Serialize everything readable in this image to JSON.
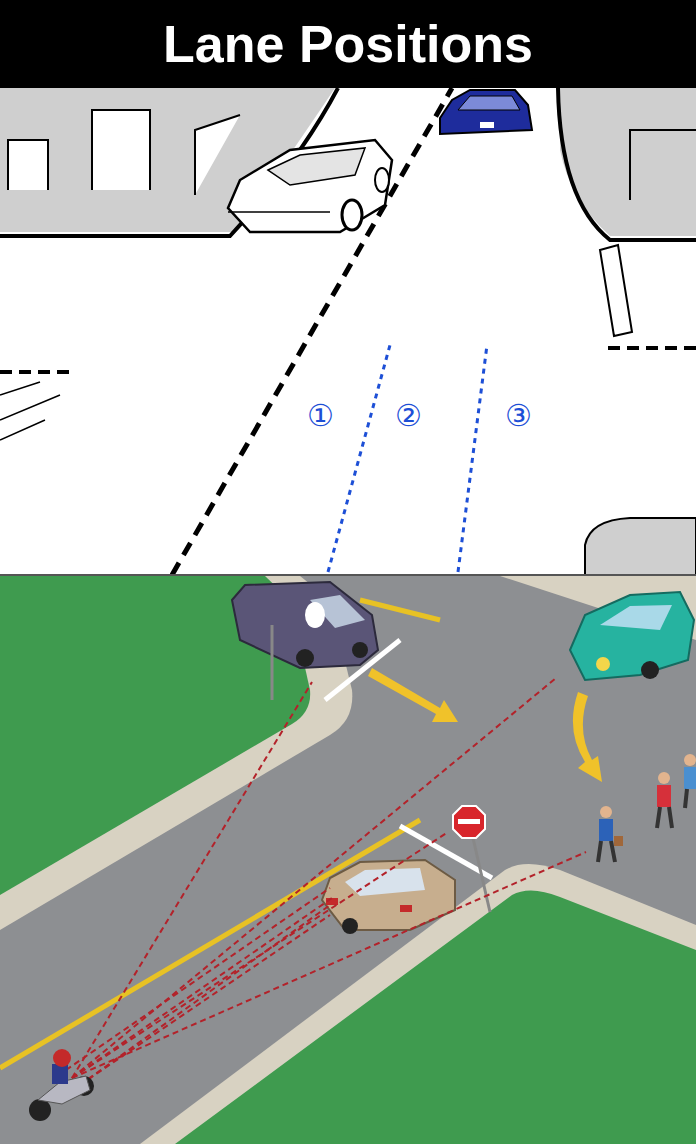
{
  "diagram": {
    "title": "Lane Positions",
    "labels": [
      "①",
      "②",
      "③"
    ]
  }
}
